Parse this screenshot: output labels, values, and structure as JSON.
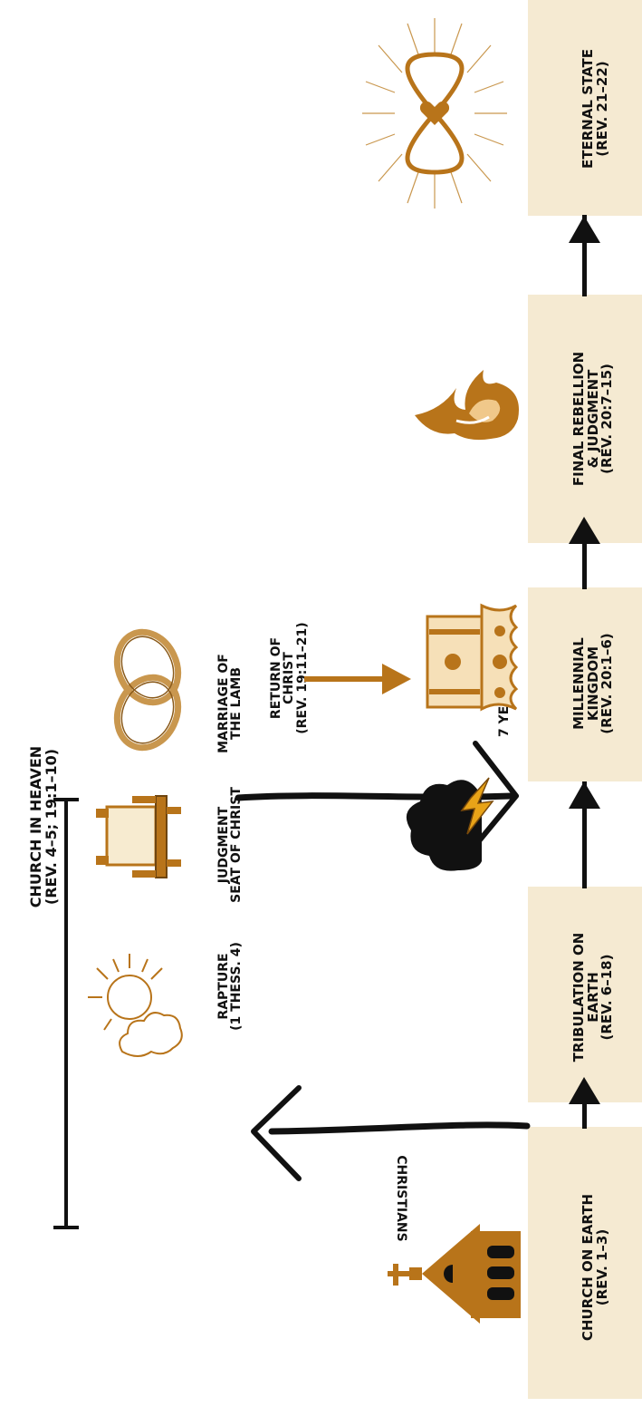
{
  "title": {
    "line1": "CHURCH IN HEAVEN",
    "line2": "(REV. 4–5; 19:1–10)"
  },
  "stages": [
    {
      "line1": "CHURCH ON EARTH",
      "line2": "(REV. 1–3)"
    },
    {
      "line1": "TRIBULATION ON",
      "line2": "EARTH",
      "line3": "(REV. 6–18)"
    },
    {
      "line1": "MILLENNIAL",
      "line2": "KINGDOM",
      "line3": "(REV. 20:1–6)"
    },
    {
      "line1": "FINAL REBELLION",
      "line2": "& JUDGMENT",
      "line3": "(REV. 20:7–15)"
    },
    {
      "line1": "ETERNAL STATE",
      "line2": "(REV. 21–22)"
    }
  ],
  "events": {
    "rapture": {
      "line1": "RAPTURE",
      "line2": "(1 THESS. 4)"
    },
    "judgment_seat": {
      "line1": "JUDGMENT",
      "line2": "SEAT OF CHRIST"
    },
    "marriage": {
      "line1": "MARRIAGE OF",
      "line2": "THE LAMB"
    },
    "seven_years": "7 YEARS",
    "return": {
      "line1": "RETURN OF CHRIST",
      "line2": "(REV. 19:11–21)"
    },
    "christians": "CHRISTIANS"
  },
  "colors": {
    "box_fill": "#f5ead2",
    "gold": "#b8741a",
    "ink": "#111111"
  },
  "icons": [
    "church-icon",
    "sun-cloud-icon",
    "throne-icon",
    "rings-icon",
    "storm-cloud-icon",
    "crown-icon",
    "flame-icon",
    "infinity-heart-icon"
  ]
}
